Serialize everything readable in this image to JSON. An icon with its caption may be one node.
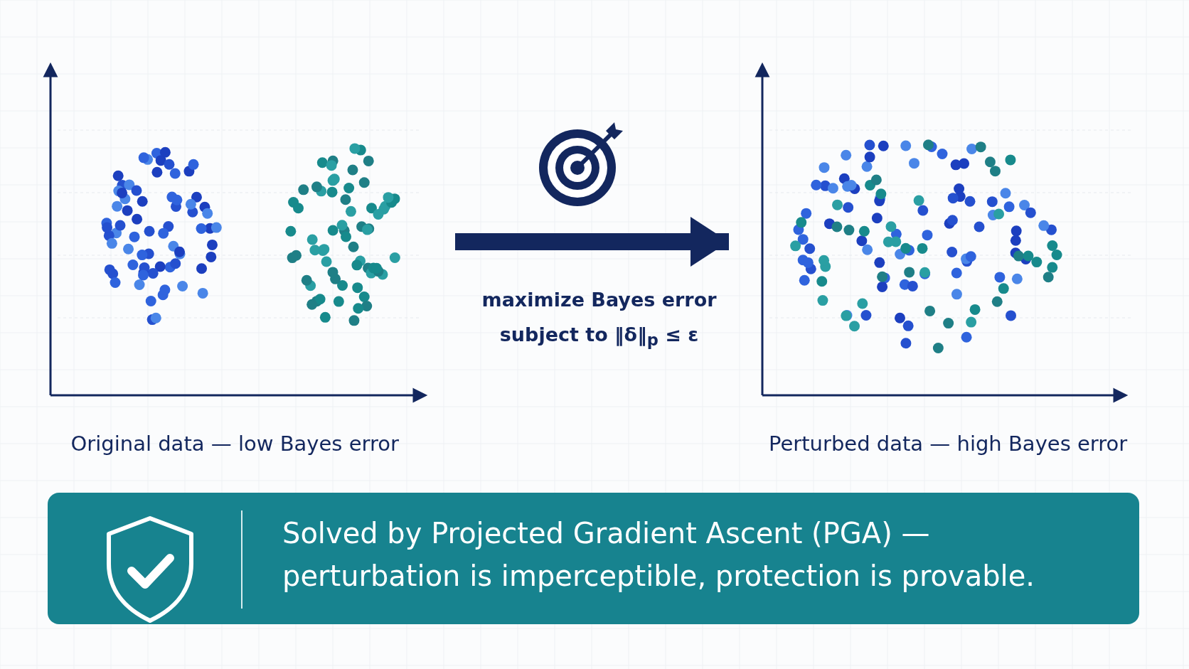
{
  "diagram": {
    "nodes": [
      {
        "text": [],
        "shape": "picture",
        "beside": [
          "Original data — low Bayes error"
        ]
      },
      {
        "text": [],
        "shape": "picture",
        "beside": [
          "Perturbed data — high Bayes error"
        ]
      },
      {
        "text": [
          "Solved by Projected Gradient Ascent (PGA) — perturbation is imperceptible, protection is provable."
        ]
      }
    ],
    "edges": [
      {
        "from": 0,
        "to": 1,
        "arrow": "to",
        "label": "maximize Bayes error subject to ‖δ‖$_{p}$ ≤ ε"
      }
    ]
  }
}
